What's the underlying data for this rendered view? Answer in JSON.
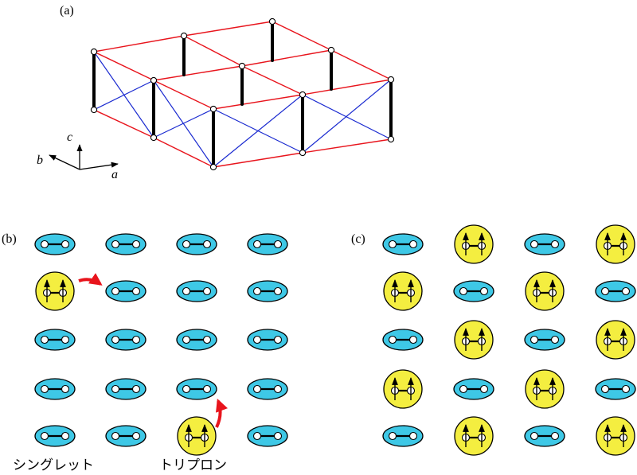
{
  "panels": {
    "a": {
      "label": "(a)"
    },
    "b": {
      "label": "(b)"
    },
    "c": {
      "label": "(c)"
    }
  },
  "axes": {
    "a": "a",
    "b": "b",
    "c": "c"
  },
  "captions": {
    "singlet": "シングレット",
    "triplon": "トリプロン"
  },
  "colors": {
    "inplane_bond": "#e8141c",
    "diagonal_bond": "#1a2ad0",
    "dimer_bond": "#000000",
    "singlet_fill": "#3ec8e6",
    "triplet_fill": "#f4ee40",
    "hop_arrow": "#e8141c"
  },
  "grid_b": {
    "rows": 5,
    "cols": 4,
    "triplets": [
      [
        1,
        0
      ],
      [
        4,
        2
      ]
    ],
    "hop_arrows": [
      "triplon-hops-right",
      "triplon-hops-up"
    ]
  },
  "grid_c": {
    "rows": 5,
    "cols": 4,
    "triplets": [
      [
        0,
        1
      ],
      [
        0,
        3
      ],
      [
        1,
        0
      ],
      [
        1,
        2
      ],
      [
        2,
        1
      ],
      [
        2,
        3
      ],
      [
        3,
        0
      ],
      [
        3,
        2
      ],
      [
        4,
        1
      ],
      [
        4,
        3
      ]
    ]
  }
}
